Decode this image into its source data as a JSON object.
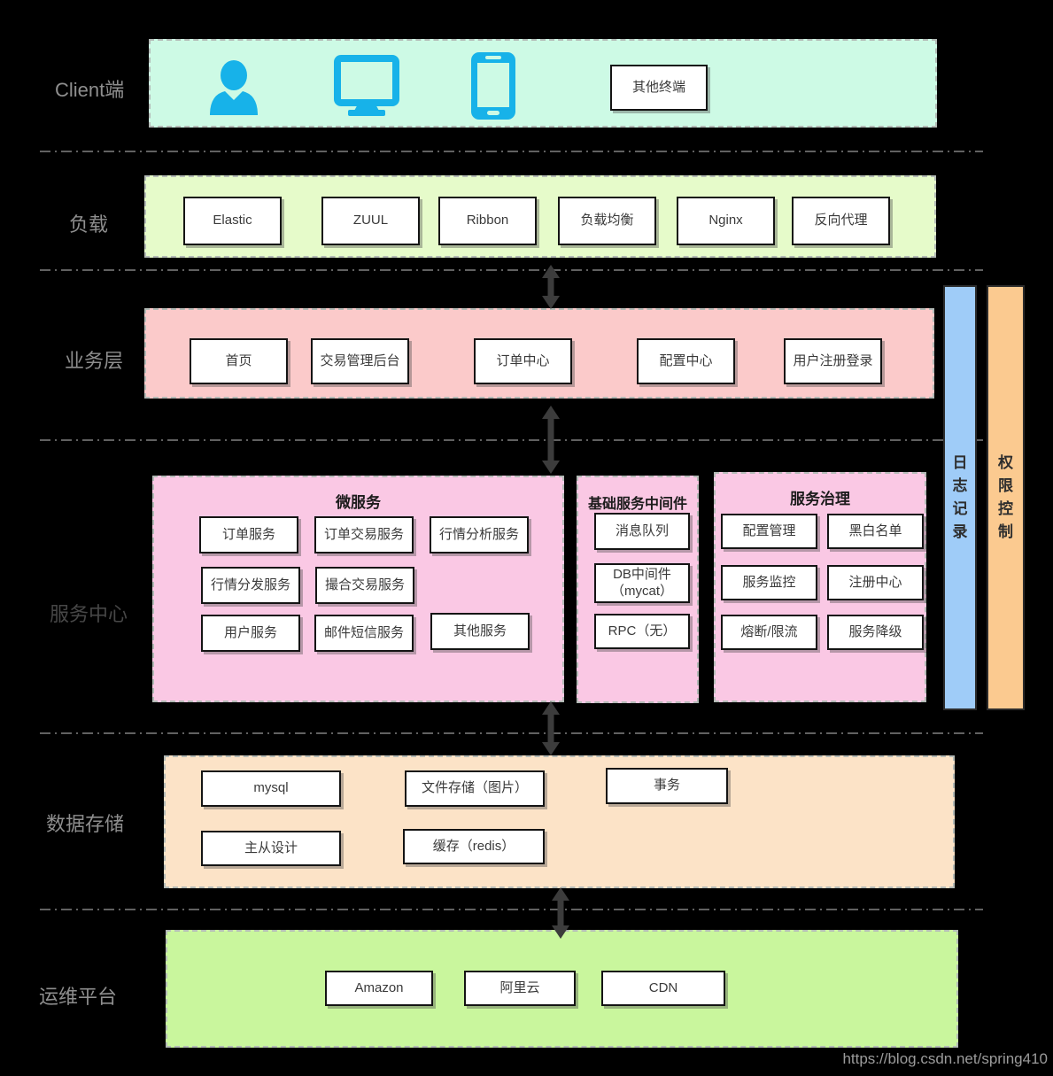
{
  "watermark": "https://blog.csdn.net/spring410",
  "sidebars": {
    "log": "日志记录",
    "perm": "权限控制"
  },
  "layers": {
    "client": {
      "label": "Client端",
      "icons": [
        "user-icon",
        "desktop-icon",
        "mobile-phone-icon"
      ],
      "other_terminal": "其他终端"
    },
    "load": {
      "label": "负载",
      "items": [
        "Elastic",
        "ZUUL",
        "Ribbon",
        "负载均衡",
        "Nginx",
        "反向代理"
      ]
    },
    "business": {
      "label": "业务层",
      "items": [
        "首页",
        "交易管理后台",
        "订单中心",
        "配置中心",
        "用户注册登录"
      ]
    },
    "service": {
      "label": "服务中心",
      "microservices": {
        "title": "微服务",
        "items": [
          "订单服务",
          "订单交易服务",
          "行情分析服务",
          "行情分发服务",
          "撮合交易服务",
          "用户服务",
          "邮件短信服务",
          "其他服务"
        ]
      },
      "middleware": {
        "title": "基础服务中间件",
        "items": [
          "消息队列",
          "DB中间件\n（mycat）",
          "RPC（无）"
        ]
      },
      "governance": {
        "title": "服务治理",
        "items": [
          "配置管理",
          "黑白名单",
          "服务监控",
          "注册中心",
          "熔断/限流",
          "服务降级"
        ]
      }
    },
    "storage": {
      "label": "数据存储",
      "items": [
        "mysql",
        "文件存储（图片）",
        "事务",
        "主从设计",
        "缓存（redis）"
      ]
    },
    "ops": {
      "label": "运维平台",
      "items": [
        "Amazon",
        "阿里云",
        "CDN"
      ]
    }
  },
  "colors": {
    "client_band": "#cdfae5",
    "load_band": "#e6fbca",
    "business_band": "#fbcaca",
    "service_panel": "#fac8e4",
    "storage_band": "#fce3c7",
    "ops_band": "#c9f69d",
    "log_bar": "#9fccf8",
    "perm_bar": "#fbca90",
    "icon_blue": "#17b2e9"
  }
}
